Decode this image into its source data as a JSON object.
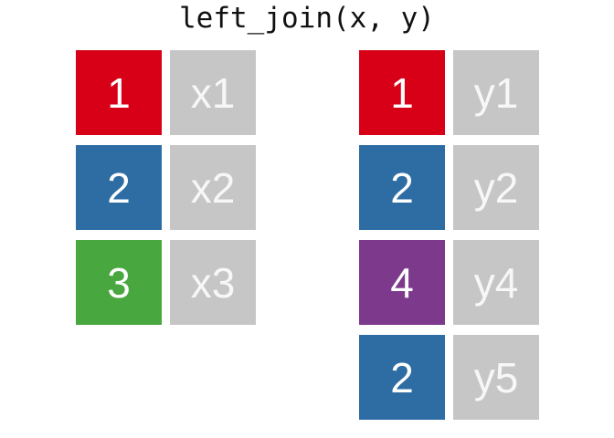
{
  "title": "left_join(x, y)",
  "colors": {
    "red": "#d80016",
    "blue": "#2e6da4",
    "green": "#48a73e",
    "purple": "#7d3a8d",
    "gray": "#c6c6c6",
    "key_text": "#ffffff",
    "value_text": "#f7f7f7",
    "title_text": "#111111",
    "background": "#ffffff"
  },
  "tables": {
    "x": {
      "name": "x",
      "rows": [
        {
          "key": "1",
          "color": "red",
          "value": "x1"
        },
        {
          "key": "2",
          "color": "blue",
          "value": "x2"
        },
        {
          "key": "3",
          "color": "green",
          "value": "x3"
        }
      ]
    },
    "y": {
      "name": "y",
      "rows": [
        {
          "key": "1",
          "color": "red",
          "value": "y1"
        },
        {
          "key": "2",
          "color": "blue",
          "value": "y2"
        },
        {
          "key": "4",
          "color": "purple",
          "value": "y4"
        },
        {
          "key": "2",
          "color": "blue",
          "value": "y5"
        }
      ]
    }
  }
}
